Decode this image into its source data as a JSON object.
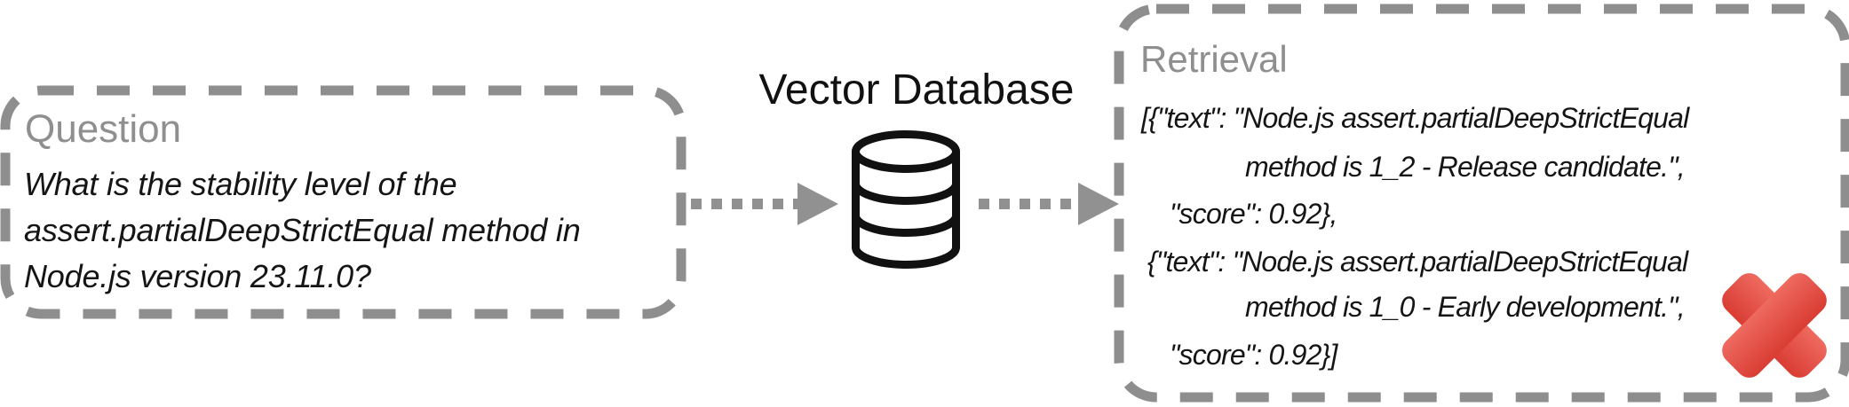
{
  "question_box": {
    "title": "Question",
    "lines": [
      "What is the stability level of the",
      "assert.partialDeepStrictEqual method in",
      "Node.js version 23.11.0?"
    ]
  },
  "vector_database": {
    "label": "Vector Database",
    "icon": "database-cylinder-icon"
  },
  "flow": {
    "arrow_left_icon": "dotted-arrow-right",
    "arrow_right_icon": "dotted-arrow-right"
  },
  "retrieval_box": {
    "title": "Retrieval",
    "lines": [
      "[{\"text\": \"Node.js assert.partialDeepStrictEqual",
      "method is 1_2 - Release candidate.\",",
      "\"score\": 0.92},",
      "{\"text\": \"Node.js assert.partialDeepStrictEqual",
      "method is 1_0 - Early development.\",",
      "\"score\": 0.92}]"
    ],
    "scores": [
      0.92,
      0.92
    ],
    "status_icon": "red-cross-mark"
  },
  "colors": {
    "border_gray": "#8e8e8e",
    "label_gray": "#8f8f8f",
    "arrow_gray": "#919191",
    "text_black": "#151515",
    "cross_red_top": "#ee6a5f",
    "cross_red_bottom": "#d93d33"
  }
}
